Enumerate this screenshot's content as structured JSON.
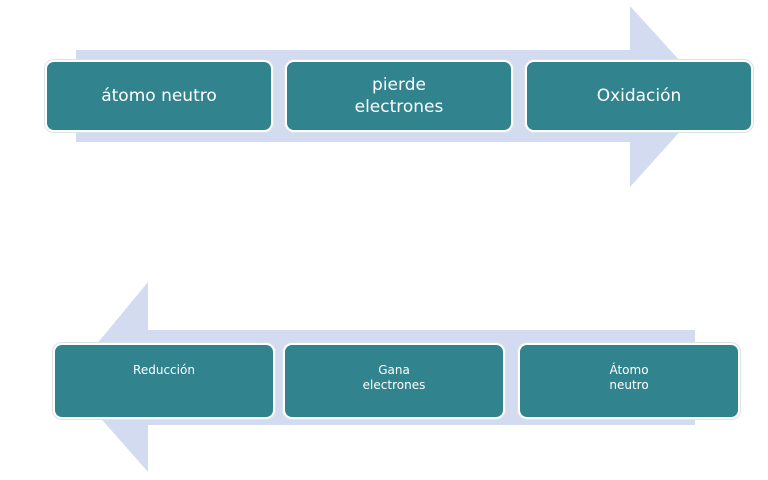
{
  "colors": {
    "box_fill": "#31838e",
    "arrow_fill": "#d3dbf0",
    "text": "#ffffff"
  },
  "oxidation_flow": {
    "steps": [
      {
        "label": "átomo neutro"
      },
      {
        "label": "pierde\nelectrones"
      },
      {
        "label": "Oxidación"
      }
    ]
  },
  "reduction_flow": {
    "steps": [
      {
        "label": "Reducción"
      },
      {
        "label": "Gana\nelectrones"
      },
      {
        "label": "Átomo\nneutro"
      }
    ]
  }
}
